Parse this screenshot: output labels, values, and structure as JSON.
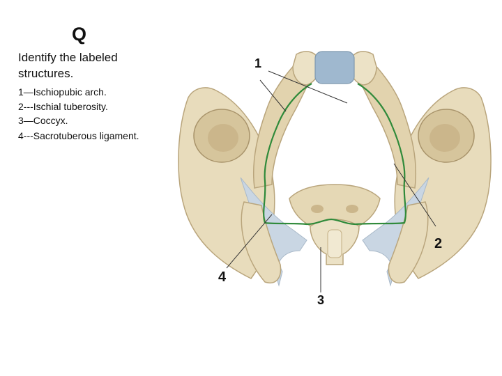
{
  "slide": {
    "heading": "Q",
    "prompt": "Identify the labeled structures.",
    "answers": [
      "1—Ischiopubic arch.",
      "2---Ischial tuberosity.",
      "3—Coccyx.",
      "4---Sacrotuberous ligament."
    ]
  },
  "figure": {
    "labels": [
      "1",
      "2",
      "3",
      "4"
    ],
    "colors": {
      "bone": "#e8dcbc",
      "bone_shadow": "#c9b48a",
      "ligament": "#c9d6e3",
      "cartilage": "#9fb8cf",
      "arch_outline": "#2f8a3a",
      "leader_line": "#333333"
    }
  }
}
